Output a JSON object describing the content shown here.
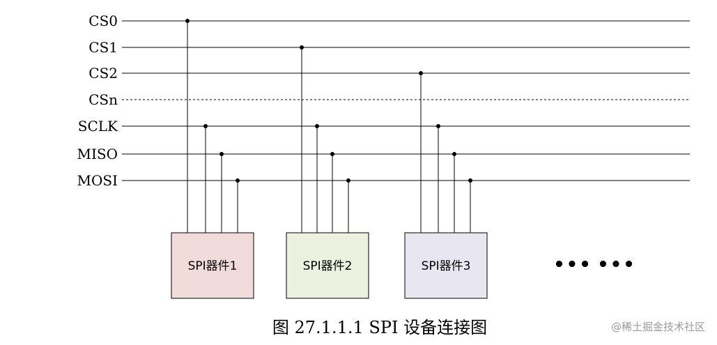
{
  "bus_lines": [
    {
      "label": "CS0",
      "style": "solid"
    },
    {
      "label": "CS1",
      "style": "solid"
    },
    {
      "label": "CS2",
      "style": "solid"
    },
    {
      "label": "CSn",
      "style": "dashed"
    },
    {
      "label": "SCLK",
      "style": "solid"
    },
    {
      "label": "MISO",
      "style": "solid"
    },
    {
      "label": "MOSI",
      "style": "solid"
    }
  ],
  "devices": [
    {
      "label": "SPI器件1",
      "fill": "#f2dcdb",
      "cs_line": "CS0"
    },
    {
      "label": "SPI器件2",
      "fill": "#ebf1de",
      "cs_line": "CS1"
    },
    {
      "label": "SPI器件3",
      "fill": "#e8e6f0",
      "cs_line": "CS2"
    }
  ],
  "ellipsis": [
    "•••",
    "•••"
  ],
  "caption": "图 27.1.1.1 SPI 设备连接图",
  "watermark": "@稀土掘金技术社区",
  "colors": {
    "line": "#000000",
    "background": "#ffffff"
  }
}
